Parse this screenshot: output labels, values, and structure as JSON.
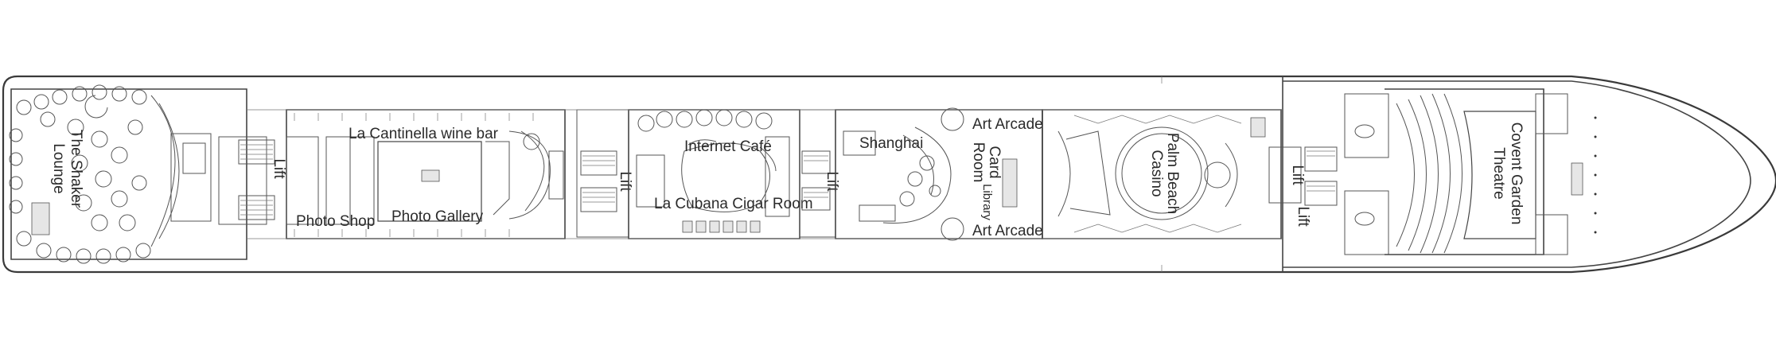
{
  "deck": {
    "rooms": {
      "shaker_lounge": [
        "The Shaker",
        "Lounge"
      ],
      "la_cantinella": "La Cantinella wine bar",
      "photo_shop": "Photo Shop",
      "photo_gallery": "Photo Gallery",
      "internet_cafe": "Internet Café",
      "la_cubana": "La Cubana Cigar Room",
      "shanghai": "Shanghai",
      "art_arcade_top": "Art Arcade",
      "art_arcade_bottom": "Art Arcade",
      "card_room": [
        "Card",
        "Room"
      ],
      "library": "Library",
      "palm_beach_casino": [
        "Palm Beach",
        "Casino"
      ],
      "covent_garden": [
        "Covent Garden",
        "Theatre"
      ]
    },
    "lifts": [
      "Lift",
      "Lift",
      "Lift",
      "Lift",
      "Lift"
    ]
  }
}
